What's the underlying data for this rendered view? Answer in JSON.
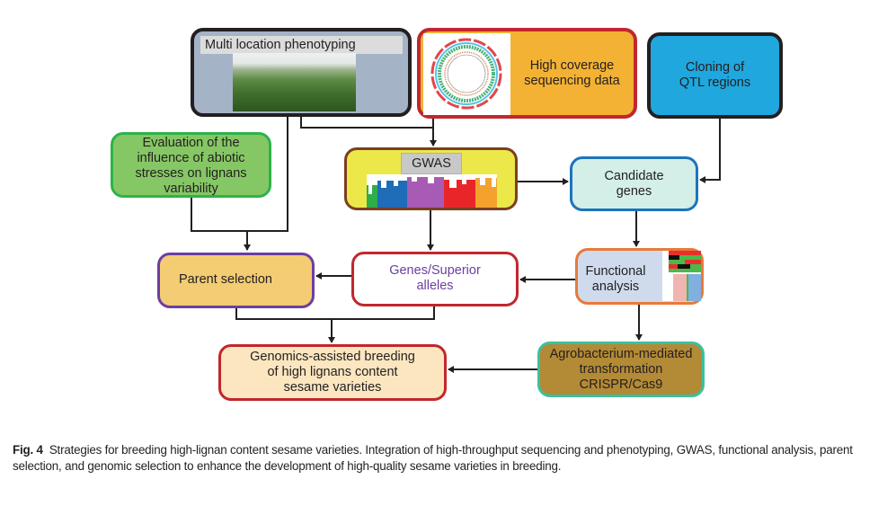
{
  "nodes": {
    "phenotyping": {
      "label": "Multi location phenotyping",
      "image": "sesame-field-photo",
      "fill": "#a5b3c6",
      "border": "#231f20"
    },
    "sequencing": {
      "label": "High coverage\nsequencing data",
      "image": "circos-genome-plot",
      "fill": "#f3b233",
      "border": "#c1272d"
    },
    "cloning": {
      "label": "Cloning of\nQTL regions",
      "fill": "#1fa7de",
      "border": "#231f20"
    },
    "abiotic": {
      "label": "Evaluation of the\ninfluence of abiotic\nstresses on lignans\nvariability",
      "fill": "#86c765",
      "border": "#2db34a"
    },
    "gwas": {
      "label": "GWAS",
      "image": "manhattan-plot",
      "fill": "#ece84a",
      "border": "#7b3f1f"
    },
    "candidate": {
      "label": "Candidate\ngenes",
      "fill": "#d3efe8",
      "border": "#1b75bb"
    },
    "parent": {
      "label": "Parent selection",
      "fill": "#f3cc73",
      "border": "#6b3fa0"
    },
    "alleles": {
      "label": "Genes/Superior\nalleles",
      "fill": "#ffffff",
      "border": "#c1272d",
      "text_color": "#6b3fa0"
    },
    "functional": {
      "label": "Functional\nanalysis",
      "image": "heatmap-and-scatter",
      "fill": "#cfdbed",
      "border": "#e8793a"
    },
    "agro": {
      "label": "Agrobacterium-mediated\ntransformation\nCRISPR/Cas9",
      "fill": "#b38a35",
      "border": "#3dbfa0"
    },
    "breeding": {
      "label": "Genomics-assisted breeding\nof high lignans content\nsesame varieties",
      "fill": "#fbe6bf",
      "border": "#c1272d"
    }
  },
  "edges": [
    {
      "from": "phenotyping",
      "to": "gwas"
    },
    {
      "from": "sequencing",
      "to": "gwas"
    },
    {
      "from": "phenotyping",
      "to": "parent"
    },
    {
      "from": "abiotic",
      "to": "parent"
    },
    {
      "from": "gwas",
      "to": "candidate"
    },
    {
      "from": "cloning",
      "to": "candidate"
    },
    {
      "from": "gwas",
      "to": "alleles"
    },
    {
      "from": "candidate",
      "to": "functional"
    },
    {
      "from": "functional",
      "to": "alleles"
    },
    {
      "from": "alleles",
      "to": "parent"
    },
    {
      "from": "parent",
      "to": "breeding"
    },
    {
      "from": "alleles",
      "to": "breeding"
    },
    {
      "from": "functional",
      "to": "agro"
    },
    {
      "from": "agro",
      "to": "breeding"
    }
  ],
  "caption": {
    "label": "Fig. 4",
    "text": "Strategies for breeding high-lignan content sesame varieties.  Integration of high-throughput sequencing and phenotyping, GWAS, functional analysis, parent selection, and genomic selection to enhance the development of high-quality sesame varieties in breeding."
  }
}
